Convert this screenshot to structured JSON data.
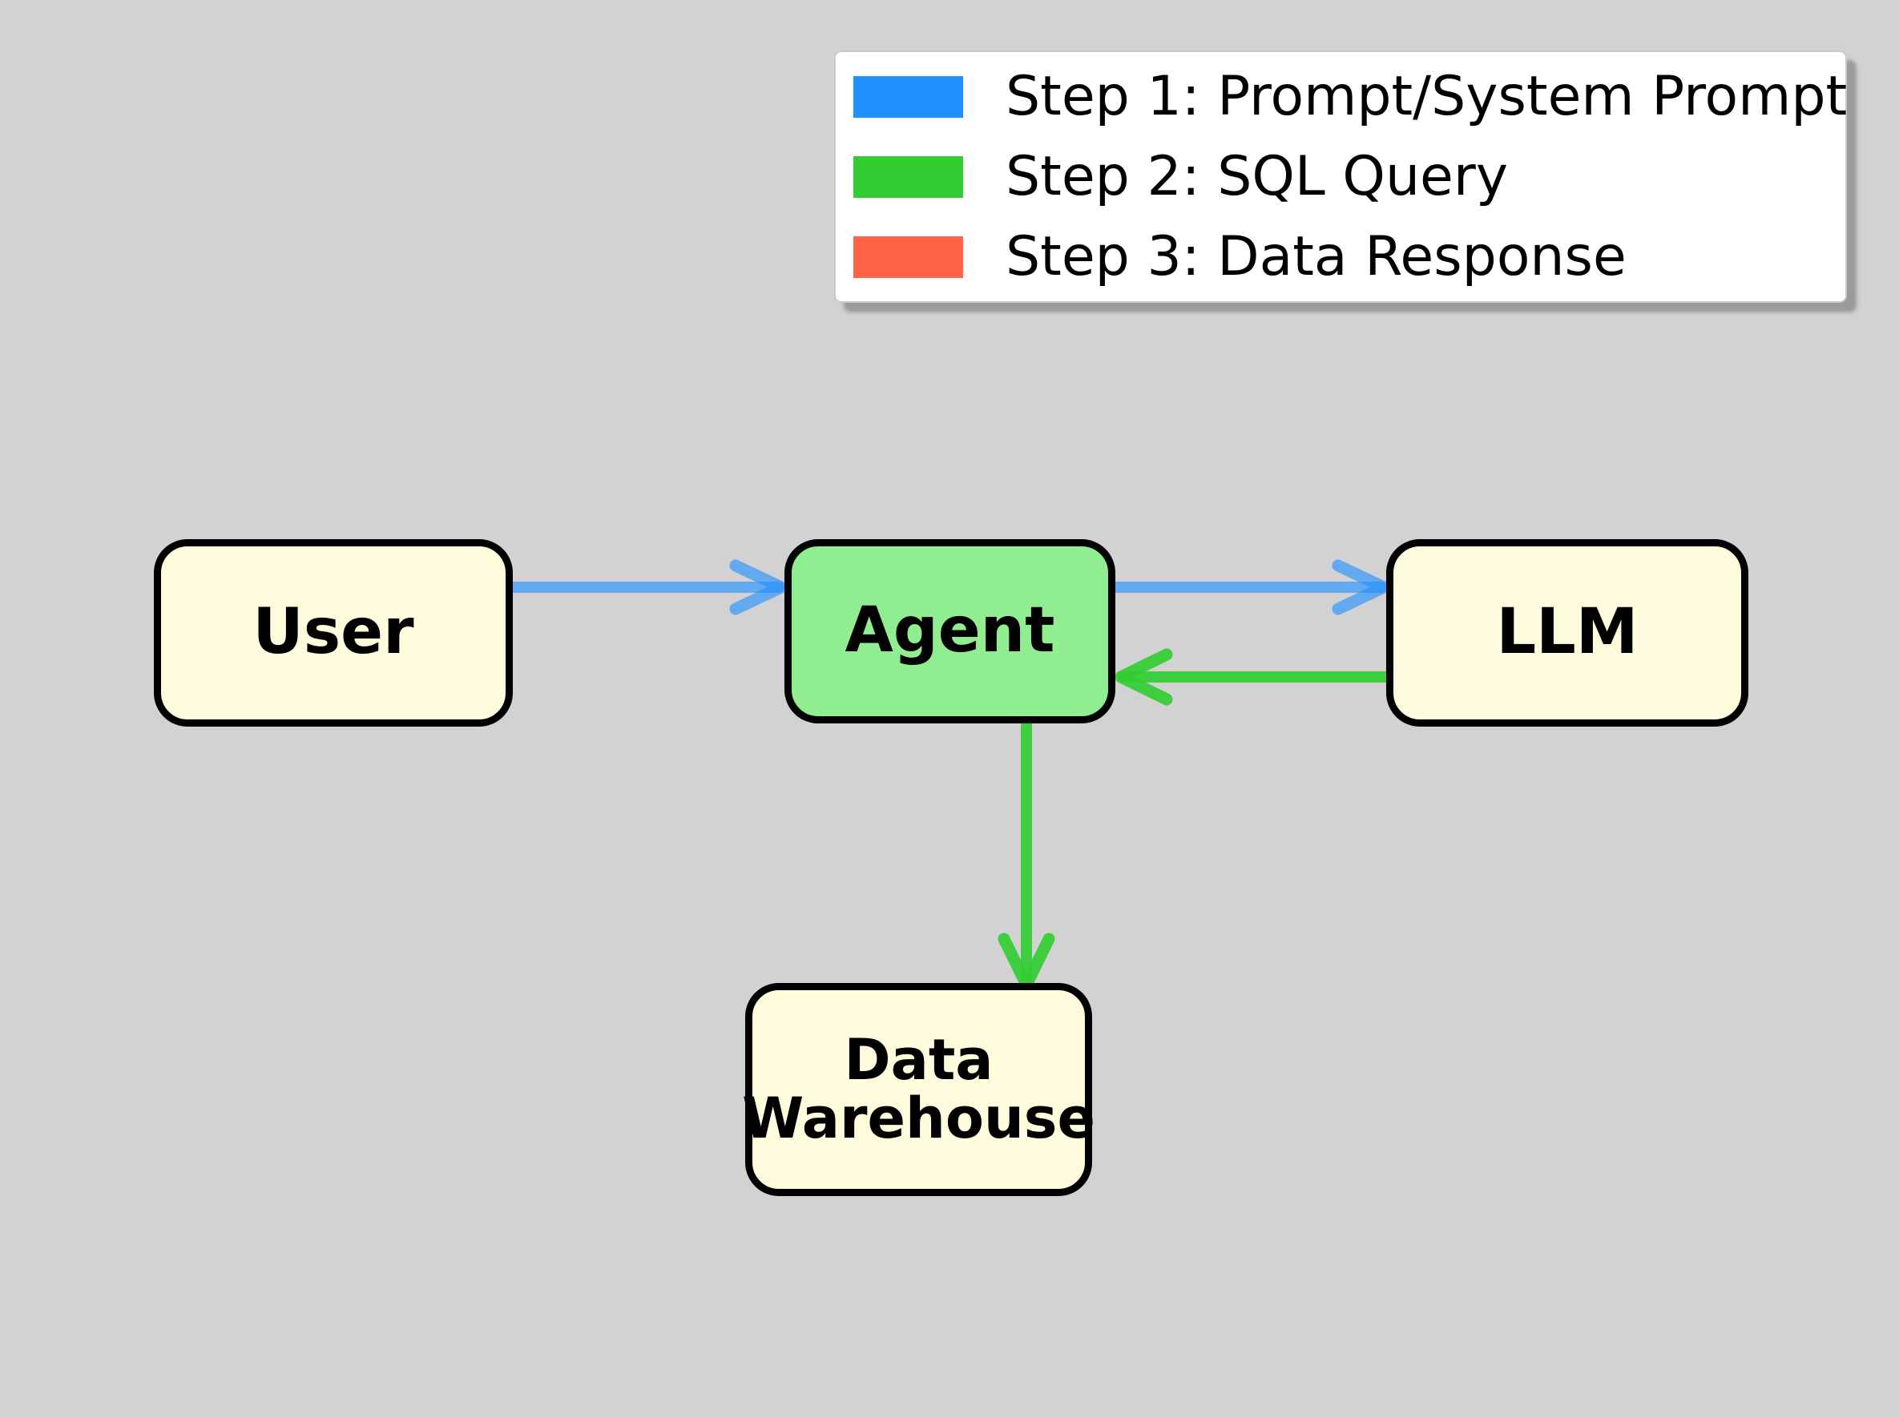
{
  "background_color": "#D2D2D2",
  "legend": {
    "items": [
      {
        "label": "Step 1: Prompt/System Prompt",
        "color": "#1E90FF"
      },
      {
        "label": "Step 2: SQL Query",
        "color": "#32CD32"
      },
      {
        "label": "Step 3: Data Response",
        "color": "#FF6347"
      }
    ]
  },
  "nodes": [
    {
      "id": "user",
      "label": "User",
      "fill": "#FFFCDE"
    },
    {
      "id": "agent",
      "label": "Agent",
      "fill": "#90EE90"
    },
    {
      "id": "llm",
      "label": "LLM",
      "fill": "#FFFCDE"
    },
    {
      "id": "warehouse",
      "label": "Data\nWarehouse",
      "fill": "#FFFCDE"
    }
  ],
  "arrows": [
    {
      "id": "user-to-agent",
      "from": "User",
      "to": "Agent",
      "step": "Step 1",
      "color": "#1E90FF"
    },
    {
      "id": "agent-to-llm",
      "from": "Agent",
      "to": "LLM",
      "step": "Step 1",
      "color": "#1E90FF"
    },
    {
      "id": "llm-to-agent",
      "from": "LLM",
      "to": "Agent",
      "step": "Step 2",
      "color": "#32CD32"
    },
    {
      "id": "agent-to-warehouse",
      "from": "Agent",
      "to": "Data Warehouse",
      "step": "Step 2",
      "color": "#32CD32"
    }
  ]
}
